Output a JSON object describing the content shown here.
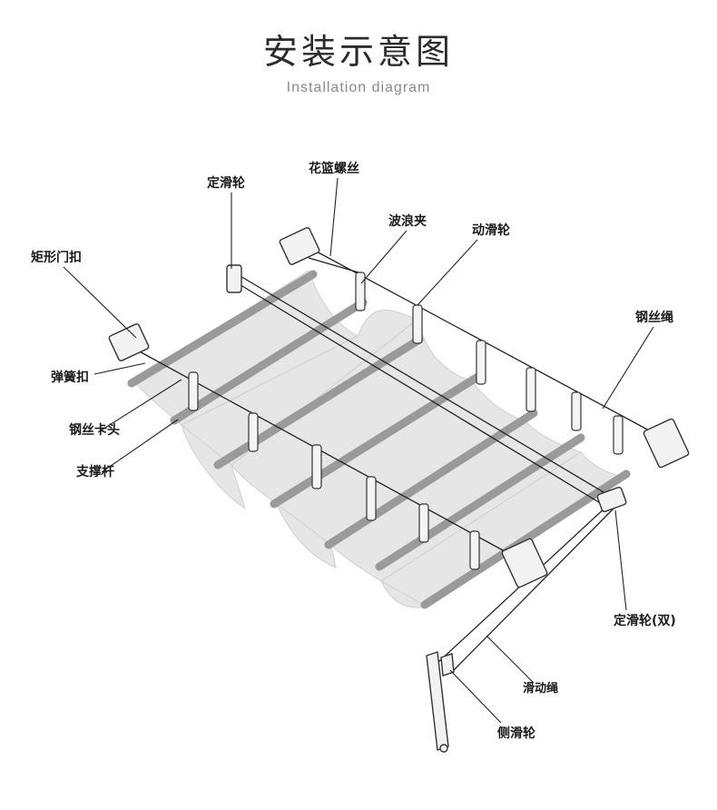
{
  "header": {
    "title": "安装示意图",
    "subtitle": "Installation diagram"
  },
  "labels": {
    "fixed_pulley": "定滑轮",
    "turnbuckle": "花篮螺丝",
    "wave_clip": "波浪夹",
    "moving_pulley": "动滑轮",
    "rect_hook": "矩形门扣",
    "wire_rope": "钢丝绳",
    "spring_clip": "弹簧扣",
    "wire_clamp": "钢丝卡头",
    "support_rod": "支撑杆",
    "double_fixed_pulley": "定滑轮(双)",
    "pull_rope": "滑动绳",
    "side_pulley": "侧滑轮"
  },
  "colors": {
    "fabric": "#e6e6e6",
    "rod": "#9a9a9a",
    "line": "#222222",
    "bracket": "#f2f2f2"
  }
}
